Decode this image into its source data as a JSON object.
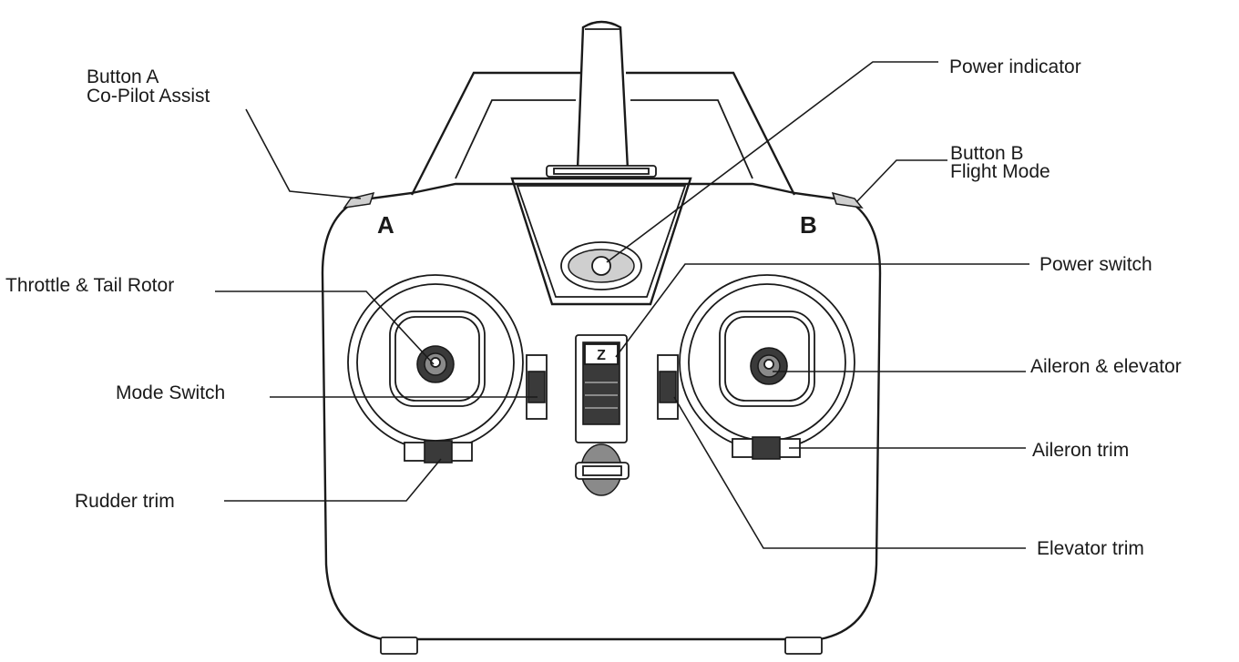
{
  "labels": {
    "button_a_line1": "Button A",
    "button_a_line2": "Co-Pilot Assist",
    "power_indicator": "Power indicator",
    "button_b_line1": "Button B",
    "button_b_line2": "Flight Mode",
    "throttle": "Throttle & Tail Rotor",
    "power_switch": "Power switch",
    "aileron_elevator": "Aileron & elevator",
    "mode_switch": "Mode Switch",
    "aileron_trim": "Aileron trim",
    "rudder_trim": "Rudder trim",
    "elevator_trim": "Elevator trim"
  },
  "body_marks": {
    "side_a": "A",
    "side_b": "B",
    "switch_mark": "Z"
  },
  "colors": {
    "ink": "#1a1a1a",
    "dark_fill": "#3a3a3a",
    "background": "#ffffff"
  }
}
